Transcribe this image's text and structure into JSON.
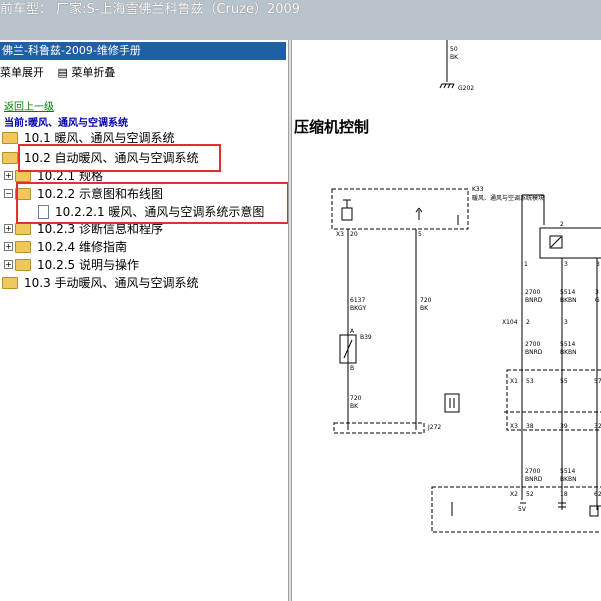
{
  "window": {
    "title": "前车型：  厂家:S-上海雪佛兰科鲁兹（Cruze）2009"
  },
  "left_pane": {
    "header": "佛兰-科鲁兹-2009-维修手册",
    "toolbar": {
      "expand": "菜单展开",
      "collapse_icon": "▤",
      "collapse": "菜单折叠"
    },
    "back_link": "返回上一级",
    "current": "当前:暖风、通风与空调系统",
    "tree": [
      {
        "label": "10.1 暖风、通风与空调系统",
        "toggle": ""
      },
      {
        "label": "10.2 自动暖风、通风与空调系统",
        "toggle": ""
      },
      {
        "label": "10.2.1 规格",
        "toggle": "+"
      },
      {
        "label": "10.2.2 示意图和布线图",
        "toggle": "−"
      },
      {
        "label": "10.2.2.1 暖风、通风与空调系统示意图",
        "toggle": ""
      },
      {
        "label": "10.2.3 诊断信息和程序",
        "toggle": "+"
      },
      {
        "label": "10.2.4 维修指南",
        "toggle": "+"
      },
      {
        "label": "10.2.5 说明与操作",
        "toggle": "+"
      },
      {
        "label": "10.3 手动暖风、通风与空调系统",
        "toggle": ""
      }
    ]
  },
  "right_pane": {
    "heading": "压缩机控制",
    "diagram": {
      "top_wire_gauge": "50",
      "top_wire_color": "BK",
      "ground_top": "G202",
      "module": "K33",
      "module_name": "暖风、通风与空调系统模块",
      "conn1_left": "X3",
      "pin_a": "20",
      "pin_b": "5",
      "wire_a_gauge": "6137",
      "wire_a_color": "BKGY",
      "wire_b_gauge": "720",
      "wire_b_color": "BK",
      "sensor": "B39",
      "sensor_pin_a": "A",
      "sensor_pin_b": "B",
      "wire_c_gauge": "720",
      "wire_c_color": "BK",
      "splice": "J272",
      "pin_2": "2",
      "pin_1": "1",
      "pin_3": "3",
      "pin_3b": "3",
      "col1_gauge": "2700",
      "col1_color": "BNRD",
      "col2_gauge": "5514",
      "col2_color": "BKBN",
      "col3_gauge": "3",
      "col3_color": "G",
      "x104": "X104",
      "x104_p1": "2",
      "x104_p2": "3",
      "x11": "X1",
      "x11_p1": "53",
      "x11_p2": "55",
      "x11_p3": "57",
      "x3b": "X3",
      "x3b_p1": "38",
      "x3b_p2": "39",
      "x3b_p3": "32",
      "x2": "X2",
      "x2_p1": "52",
      "x2_p2": "18",
      "x2_p3": "62",
      "voltage": "5V"
    }
  }
}
